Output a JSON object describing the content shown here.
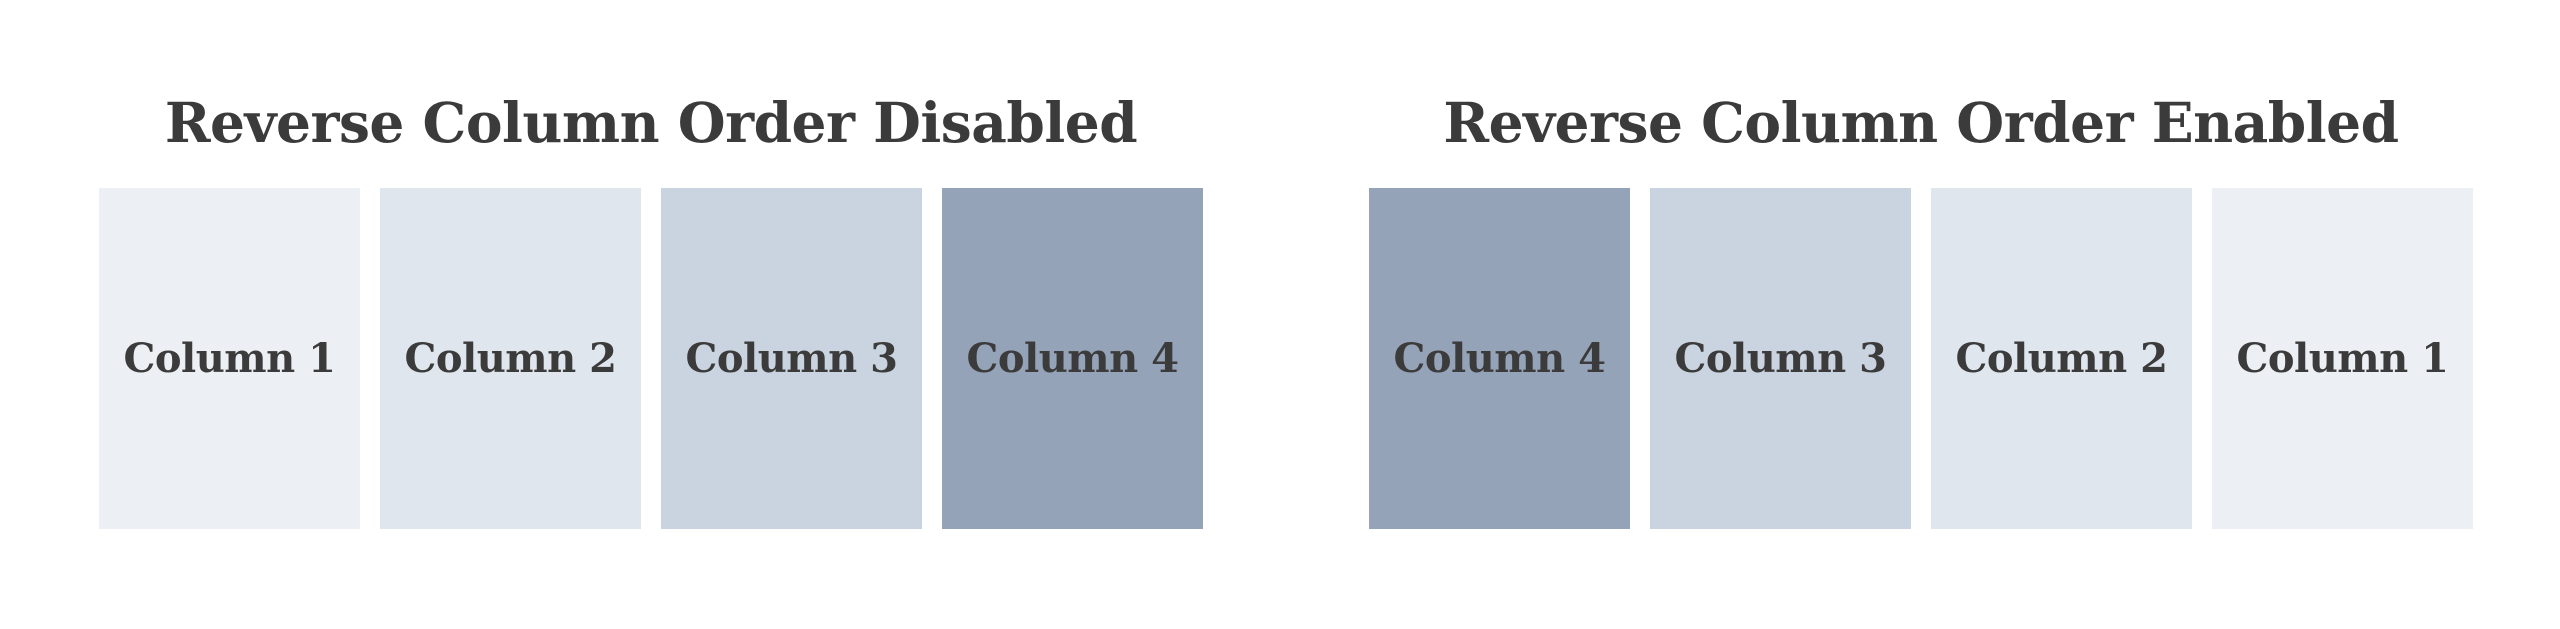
{
  "page": {
    "background": "#ffffff",
    "text_color": "#3b3b3b"
  },
  "groups": [
    {
      "id": "disabled",
      "title": "Reverse Column Order Disabled",
      "columns": [
        {
          "label": "Column 1",
          "color": "#eceff4"
        },
        {
          "label": "Column 2",
          "color": "#dfe6ee"
        },
        {
          "label": "Column 3",
          "color": "#cad4e0"
        },
        {
          "label": "Column 4",
          "color": "#95a3b8"
        }
      ]
    },
    {
      "id": "enabled",
      "title": "Reverse Column Order Enabled",
      "columns": [
        {
          "label": "Column 4",
          "color": "#95a3b8"
        },
        {
          "label": "Column 3",
          "color": "#cad4e0"
        },
        {
          "label": "Column 2",
          "color": "#dfe6ee"
        },
        {
          "label": "Column 1",
          "color": "#eceff4"
        }
      ]
    }
  ]
}
